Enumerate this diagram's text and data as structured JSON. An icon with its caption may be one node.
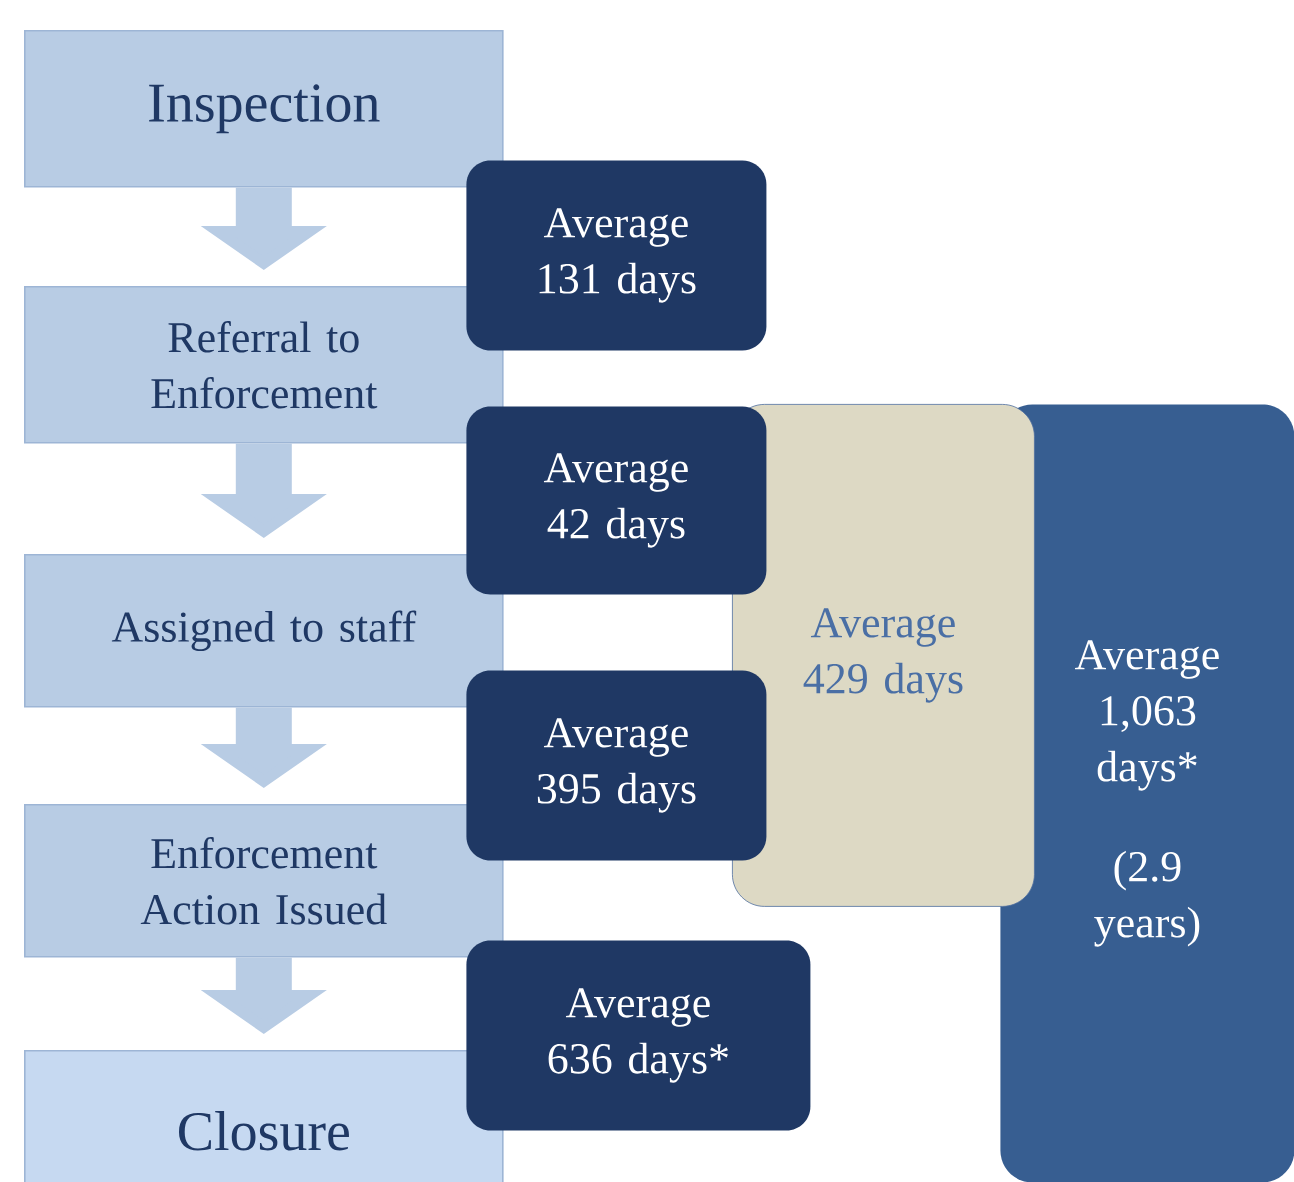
{
  "diagram": {
    "nodes": [
      {
        "text": [
          "Inspection"
        ]
      },
      {
        "text": [
          "Average 131 days"
        ]
      },
      {
        "text": [
          "Referral to Enforcement"
        ]
      },
      {
        "text": [
          "Average 42 days"
        ]
      },
      {
        "text": [
          "Assigned to staff"
        ]
      },
      {
        "text": [
          "Average 395 days"
        ]
      },
      {
        "text": [
          "Enforcement Action Issued"
        ]
      },
      {
        "text": [
          "Average 636 days*"
        ]
      },
      {
        "text": [
          "Closure"
        ]
      },
      {
        "text": [
          "Average 429 days"
        ]
      },
      {
        "text": [
          "Average 1,063 days*",
          "(2.9 years)"
        ]
      }
    ],
    "edges": [
      {
        "from": 0,
        "to": 2,
        "arrow": "to"
      },
      {
        "from": 2,
        "to": 4,
        "arrow": "to"
      },
      {
        "from": 4,
        "to": 6,
        "arrow": "to"
      },
      {
        "from": 6,
        "to": 8,
        "arrow": "to"
      }
    ]
  }
}
